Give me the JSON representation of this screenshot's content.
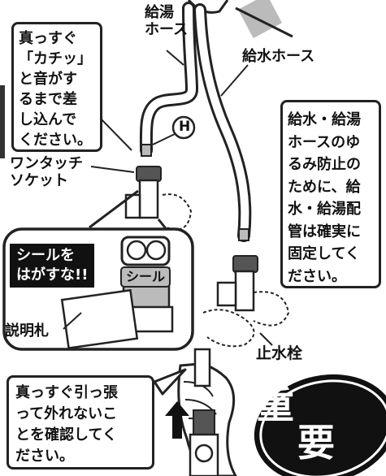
{
  "labels": {
    "hot_hose": "給湯\nホース",
    "cold_hose": "給水ホース",
    "one_touch": "ワンタッチ\nソケット",
    "manual_tag": "説明札",
    "stop_valve": "止水栓",
    "h_mark": "H"
  },
  "callouts": {
    "insert": "真っすぐ\n「カチッ」\nと音がす\nるまで差\nし込んで\nください。",
    "fix_pipes": "給水・給湯\nホースのゆ\nるみ防止の\nために、給\n水・給湯配\n管は確実に\n固定してく\nださい。",
    "pull_check": "真っすぐ引っ張\nって外れないこ\nとを確認してく\nださい。",
    "seal_warning": "シールを\nはがすな!!",
    "seal_label": "シール"
  },
  "badge": {
    "line1": "重",
    "line2": "要"
  },
  "colors": {
    "ink": "#222222",
    "badge_bg": "#111111",
    "badge_text": "#ffffff",
    "tag_grey": "#bcbcbc"
  }
}
